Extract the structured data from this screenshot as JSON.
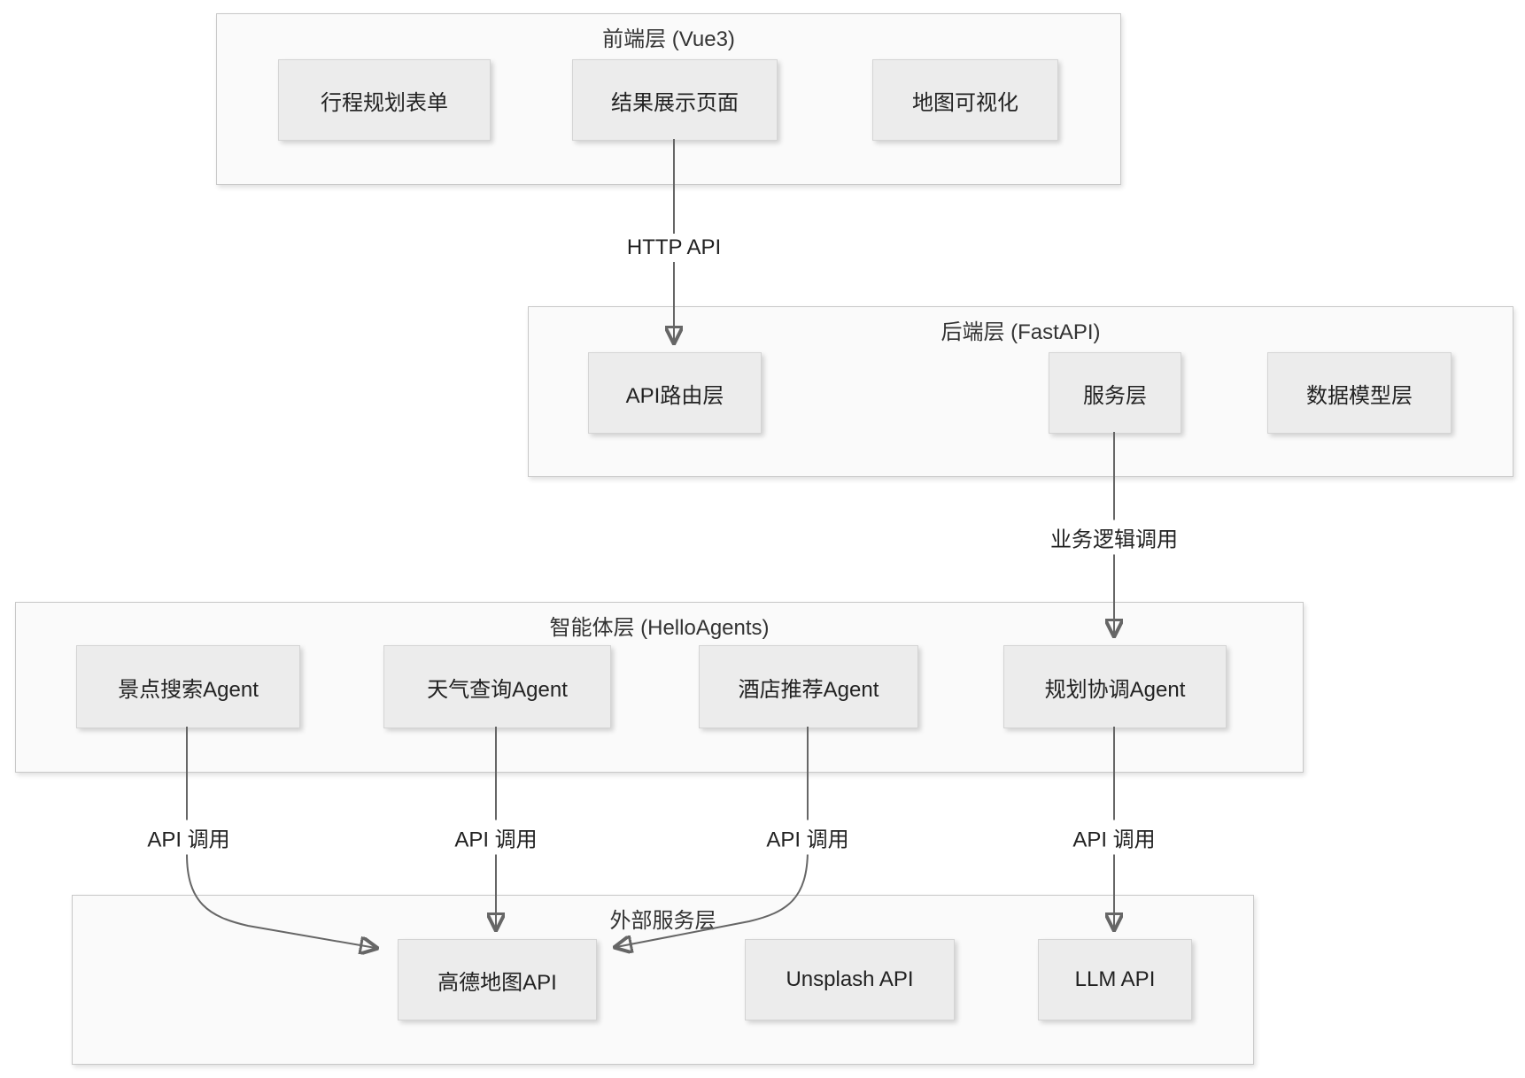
{
  "diagram": {
    "layers": [
      {
        "id": "frontend",
        "title": "前端层 (Vue3)",
        "nodes": [
          {
            "id": "itinerary-form",
            "label": "行程规划表单"
          },
          {
            "id": "result-page",
            "label": "结果展示页面"
          },
          {
            "id": "map-viz",
            "label": "地图可视化"
          }
        ]
      },
      {
        "id": "backend",
        "title": "后端层 (FastAPI)",
        "nodes": [
          {
            "id": "api-router",
            "label": "API路由层"
          },
          {
            "id": "service-layer",
            "label": "服务层"
          },
          {
            "id": "data-model",
            "label": "数据模型层"
          }
        ]
      },
      {
        "id": "agents",
        "title": "智能体层 (HelloAgents)",
        "nodes": [
          {
            "id": "poi-search-agent",
            "label": "景点搜索Agent"
          },
          {
            "id": "weather-agent",
            "label": "天气查询Agent"
          },
          {
            "id": "hotel-agent",
            "label": "酒店推荐Agent"
          },
          {
            "id": "planner-agent",
            "label": "规划协调Agent"
          }
        ]
      },
      {
        "id": "external",
        "title": "外部服务层",
        "nodes": [
          {
            "id": "amap-api",
            "label": "高德地图API"
          },
          {
            "id": "unsplash-api",
            "label": "Unsplash API"
          },
          {
            "id": "llm-api",
            "label": "LLM API"
          }
        ]
      }
    ],
    "edges": [
      {
        "from": "result-page",
        "to": "api-router",
        "label": "HTTP API"
      },
      {
        "from": "service-layer",
        "to": "planner-agent",
        "label": "业务逻辑调用"
      },
      {
        "from": "poi-search-agent",
        "to": "amap-api",
        "label": "API 调用"
      },
      {
        "from": "weather-agent",
        "to": "amap-api",
        "label": "API 调用"
      },
      {
        "from": "hotel-agent",
        "to": "amap-api",
        "label": "API 调用"
      },
      {
        "from": "planner-agent",
        "to": "llm-api",
        "label": "API 调用"
      }
    ],
    "colors": {
      "container_fill": "#fafafa",
      "container_border": "#c8c8c8",
      "node_fill": "#ececec",
      "node_border": "#d4d4d4",
      "arrow": "#666666",
      "text": "#222222",
      "title_text": "#333333",
      "background": "#ffffff"
    }
  }
}
